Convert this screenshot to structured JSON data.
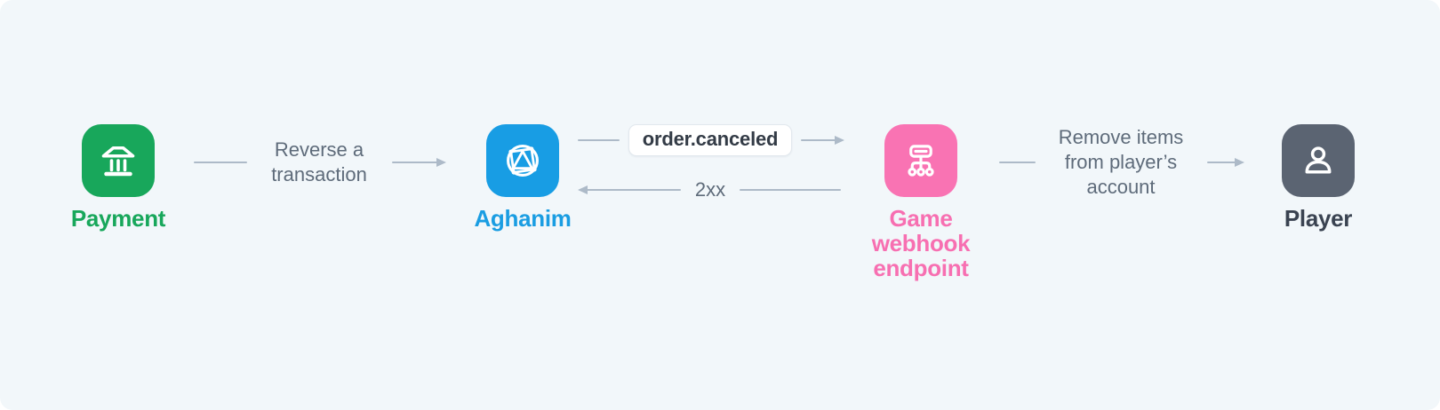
{
  "page": {
    "background": "#ffffff",
    "card_background": "#f2f7fa"
  },
  "colors": {
    "line": "#adbac8",
    "connector_text": "#5e6b7a",
    "green": "#18a75b",
    "blue": "#189de4",
    "pink": "#f973b3",
    "slate": "#5b6472",
    "player_label": "#3a4351",
    "badge_background": "#ffffff",
    "badge_border": "#e2e8ee",
    "badge_text": "#333b46"
  },
  "nodes": [
    {
      "id": "payment",
      "label": "Payment",
      "icon": "bank-icon",
      "accent": "#18a75b"
    },
    {
      "id": "aghanim",
      "label": "Aghanim",
      "icon": "aghanim-logo-icon",
      "accent": "#189de4"
    },
    {
      "id": "game-webhook-endpoint",
      "label": "Game webhook endpoint",
      "icon": "sitemap-icon",
      "accent": "#f973b3"
    },
    {
      "id": "player",
      "label": "Player",
      "icon": "person-icon",
      "accent": "#5b6472"
    }
  ],
  "connectors": [
    {
      "from": "payment",
      "to": "aghanim",
      "label": "Reverse a transaction",
      "direction": "right",
      "style": "text"
    },
    {
      "from": "aghanim",
      "to": "game-webhook-endpoint",
      "label": "order.canceled",
      "direction": "right",
      "style": "badge"
    },
    {
      "from": "game-webhook-endpoint",
      "to": "aghanim",
      "label": "2xx",
      "direction": "left",
      "style": "text"
    },
    {
      "from": "game-webhook-endpoint",
      "to": "player",
      "label": "Remove items from player’s account",
      "direction": "right",
      "style": "text"
    }
  ]
}
